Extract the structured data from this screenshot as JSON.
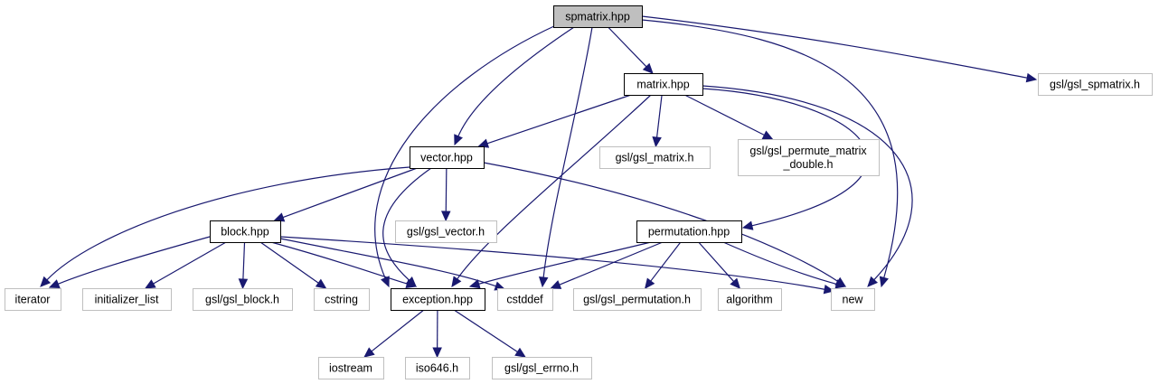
{
  "title": "spmatrix.hpp include dependency graph",
  "edge_color": "#191970",
  "nodes": {
    "spmatrix": {
      "label": "spmatrix.hpp",
      "kind": "main"
    },
    "matrix": {
      "label": "matrix.hpp",
      "kind": "local"
    },
    "gsl_spmatrix": {
      "label": "gsl/gsl_spmatrix.h",
      "kind": "external"
    },
    "vector": {
      "label": "vector.hpp",
      "kind": "local"
    },
    "gsl_matrix": {
      "label": "gsl/gsl_matrix.h",
      "kind": "external"
    },
    "gsl_permute_matrix_double": {
      "label": [
        "gsl/gsl_permute_matrix",
        "_double.h"
      ],
      "kind": "external"
    },
    "block": {
      "label": "block.hpp",
      "kind": "local"
    },
    "gsl_vector": {
      "label": "gsl/gsl_vector.h",
      "kind": "external"
    },
    "permutation": {
      "label": "permutation.hpp",
      "kind": "local"
    },
    "iterator": {
      "label": "iterator",
      "kind": "external"
    },
    "initializer_list": {
      "label": "initializer_list",
      "kind": "external"
    },
    "gsl_block": {
      "label": "gsl/gsl_block.h",
      "kind": "external"
    },
    "cstring": {
      "label": "cstring",
      "kind": "external"
    },
    "exception": {
      "label": "exception.hpp",
      "kind": "local"
    },
    "cstddef": {
      "label": "cstddef",
      "kind": "external"
    },
    "gsl_permutation": {
      "label": "gsl/gsl_permutation.h",
      "kind": "external"
    },
    "algorithm": {
      "label": "algorithm",
      "kind": "external"
    },
    "new": {
      "label": "new",
      "kind": "external"
    },
    "iostream": {
      "label": "iostream",
      "kind": "external"
    },
    "iso646": {
      "label": "iso646.h",
      "kind": "external"
    },
    "gsl_errno": {
      "label": "gsl/gsl_errno.h",
      "kind": "external"
    }
  },
  "edges": [
    [
      "spmatrix",
      "matrix"
    ],
    [
      "spmatrix",
      "gsl_spmatrix"
    ],
    [
      "spmatrix",
      "vector"
    ],
    [
      "spmatrix",
      "exception"
    ],
    [
      "spmatrix",
      "cstddef"
    ],
    [
      "spmatrix",
      "new"
    ],
    [
      "matrix",
      "vector"
    ],
    [
      "matrix",
      "gsl_matrix"
    ],
    [
      "matrix",
      "gsl_permute_matrix_double"
    ],
    [
      "matrix",
      "permutation"
    ],
    [
      "matrix",
      "exception"
    ],
    [
      "matrix",
      "new"
    ],
    [
      "vector",
      "block"
    ],
    [
      "vector",
      "gsl_vector"
    ],
    [
      "vector",
      "iterator"
    ],
    [
      "vector",
      "exception"
    ],
    [
      "vector",
      "new"
    ],
    [
      "block",
      "iterator"
    ],
    [
      "block",
      "initializer_list"
    ],
    [
      "block",
      "gsl_block"
    ],
    [
      "block",
      "cstring"
    ],
    [
      "block",
      "exception"
    ],
    [
      "block",
      "cstddef"
    ],
    [
      "block",
      "new"
    ],
    [
      "permutation",
      "exception"
    ],
    [
      "permutation",
      "cstddef"
    ],
    [
      "permutation",
      "gsl_permutation"
    ],
    [
      "permutation",
      "algorithm"
    ],
    [
      "permutation",
      "new"
    ],
    [
      "exception",
      "iostream"
    ],
    [
      "exception",
      "iso646"
    ],
    [
      "exception",
      "gsl_errno"
    ]
  ]
}
